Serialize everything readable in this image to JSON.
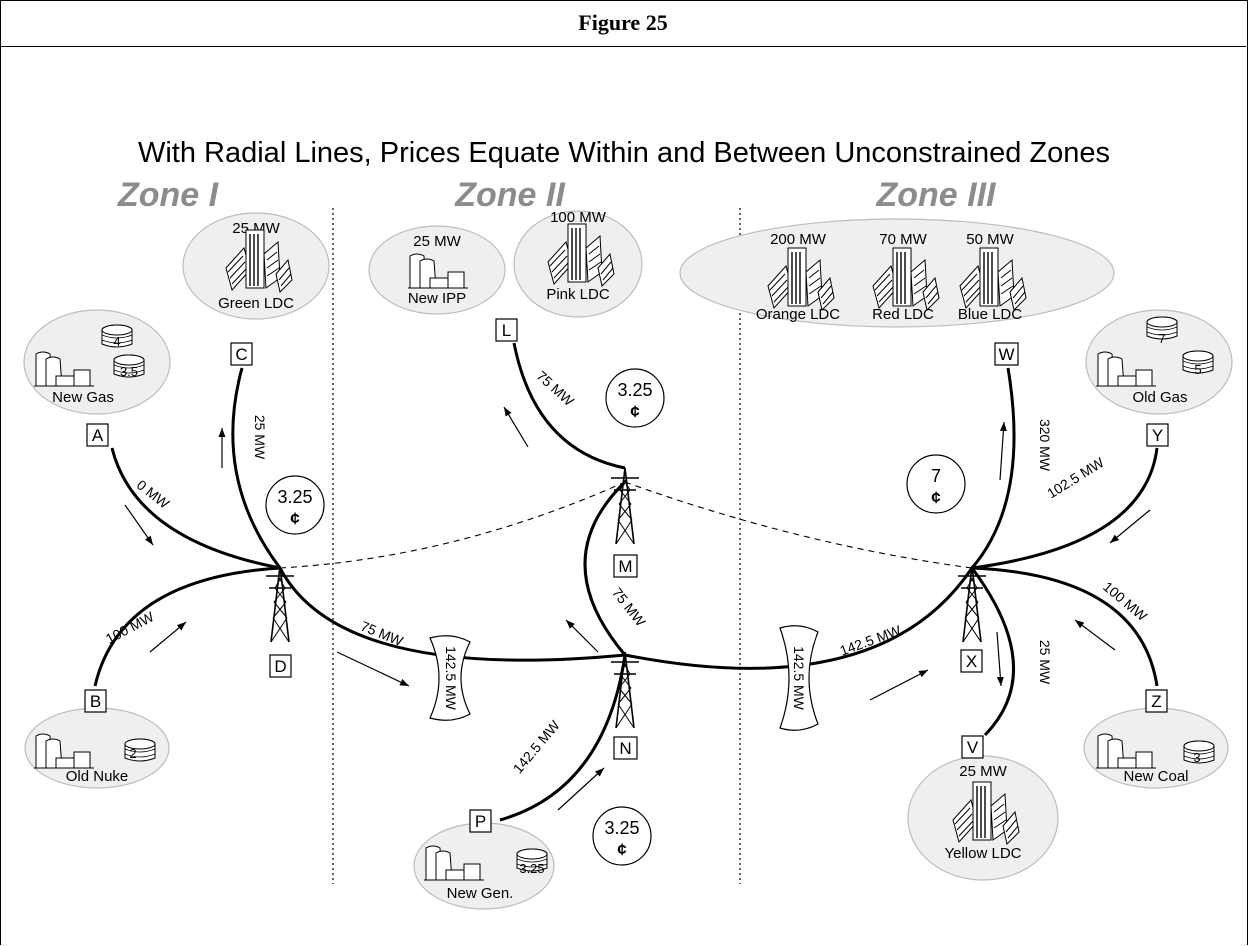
{
  "figure_label": "Figure 25",
  "title": "With Radial Lines, Prices Equate Within and Between Unconstrained Zones",
  "zones": [
    "Zone I",
    "Zone II",
    "Zone III"
  ],
  "colors": {
    "bubble_fill": "#efefef",
    "zone_label": "#8c8c8c",
    "line": "#000000"
  },
  "nodes": {
    "A": "A",
    "B": "B",
    "C": "C",
    "D": "D",
    "L": "L",
    "M": "M",
    "N": "N",
    "P": "P",
    "W": "W",
    "X": "X",
    "Y": "Y",
    "Z": "Z",
    "V": "V"
  },
  "facilities": {
    "new_gas": {
      "label": "New Gas",
      "price_1": "4",
      "price_2": "3.5",
      "icon": "power-plant-icon"
    },
    "old_nuke": {
      "label": "Old Nuke",
      "price": "2",
      "icon": "power-plant-icon"
    },
    "green_ldc": {
      "label": "Green LDC",
      "mw": "25 MW",
      "icon": "city-icon"
    },
    "new_ipp": {
      "label": "New IPP",
      "mw": "25 MW",
      "icon": "power-plant-icon"
    },
    "pink_ldc": {
      "label": "Pink LDC",
      "mw": "100 MW",
      "icon": "city-icon"
    },
    "new_gen": {
      "label": "New Gen.",
      "price": "3.25",
      "icon": "power-plant-icon"
    },
    "orange_ldc": {
      "label": "Orange LDC",
      "mw": "200 MW",
      "icon": "city-icon"
    },
    "red_ldc": {
      "label": "Red LDC",
      "mw": "70 MW",
      "icon": "city-icon"
    },
    "blue_ldc": {
      "label": "Blue LDC",
      "mw": "50 MW",
      "icon": "city-icon"
    },
    "old_gas": {
      "label": "Old Gas",
      "price_1": "7",
      "price_2": "5",
      "icon": "power-plant-icon"
    },
    "new_coal": {
      "label": "New Coal",
      "price": "3",
      "icon": "power-plant-icon"
    },
    "yellow_ldc": {
      "label": "Yellow LDC",
      "mw": "25 MW",
      "icon": "city-icon"
    }
  },
  "flows": {
    "a_d": "0 MW",
    "b_d": "100 MW",
    "c_d": "25 MW",
    "d_n": "75 MW",
    "l_m": "75 MW",
    "m_n": "75 MW",
    "p_n": "142.5 MW",
    "n_x": "142.5 MW",
    "w_x": "320 MW",
    "y_x": "102.5 MW",
    "z_x": "100 MW",
    "x_v": "25 MW"
  },
  "interface_limits": {
    "zone1_2": "142.5 MW",
    "zone2_3": "142.5 MW"
  },
  "zone_prices": {
    "zone1": "3.25",
    "zone2_upper": "3.25",
    "zone2_lower": "3.25",
    "zone3": "7"
  },
  "cent_symbol": "¢"
}
